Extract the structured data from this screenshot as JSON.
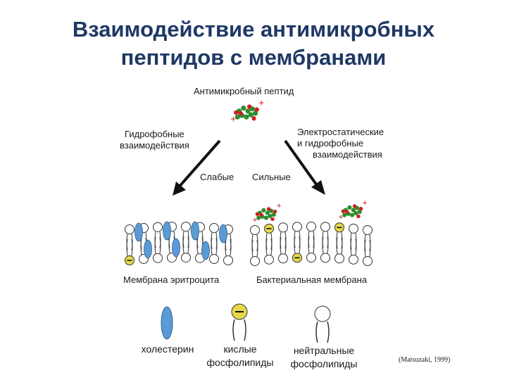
{
  "title": {
    "line1": "Взаимодействие антимикробных",
    "line2": "пептидов с мембранами"
  },
  "diagram": {
    "peptide_label": "Антимикробный пептид",
    "left_interaction": [
      "Гидрофобные",
      "взаимодействия"
    ],
    "right_interaction": [
      "Электростатические",
      "и  гидрофобные",
      "взаимодействия"
    ],
    "weak_label": "Слабые",
    "strong_label": "Сильные",
    "left_membrane_label": "Мембрана эритроцита",
    "right_membrane_label": "Бактериальная мембрана"
  },
  "legend": {
    "cholesterol": "холестерин",
    "acidic": [
      "кислые",
      "фосфолипиды"
    ],
    "neutral": [
      "нейтральные",
      "фосфолипиды"
    ]
  },
  "citation": "(Matsuzaki, 1999)",
  "colors": {
    "title": "#1f3864",
    "cholesterol": "#5b9bd5",
    "acidic_head": "#e6d84a",
    "peptide_green": "#2e8b2e",
    "peptide_red": "#cc2020"
  }
}
